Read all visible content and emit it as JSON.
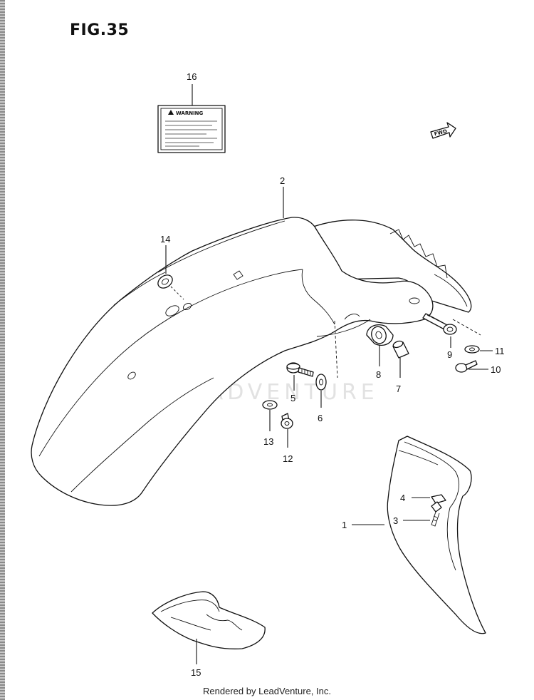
{
  "figure": {
    "title": "FIG.35"
  },
  "footer": {
    "text": "Rendered by LeadVenture, Inc."
  },
  "watermark": {
    "text": "LEADVENTURE"
  },
  "warning_label": {
    "heading": "WARNING"
  },
  "direction_badge": {
    "text": "FWD"
  },
  "callouts": {
    "c1": "1",
    "c2": "2",
    "c3": "3",
    "c4": "4",
    "c5": "5",
    "c6": "6",
    "c7": "7",
    "c8": "8",
    "c9": "9",
    "c10": "10",
    "c11": "11",
    "c12": "12",
    "c13": "13",
    "c14": "14",
    "c15": "15",
    "c16": "16"
  }
}
